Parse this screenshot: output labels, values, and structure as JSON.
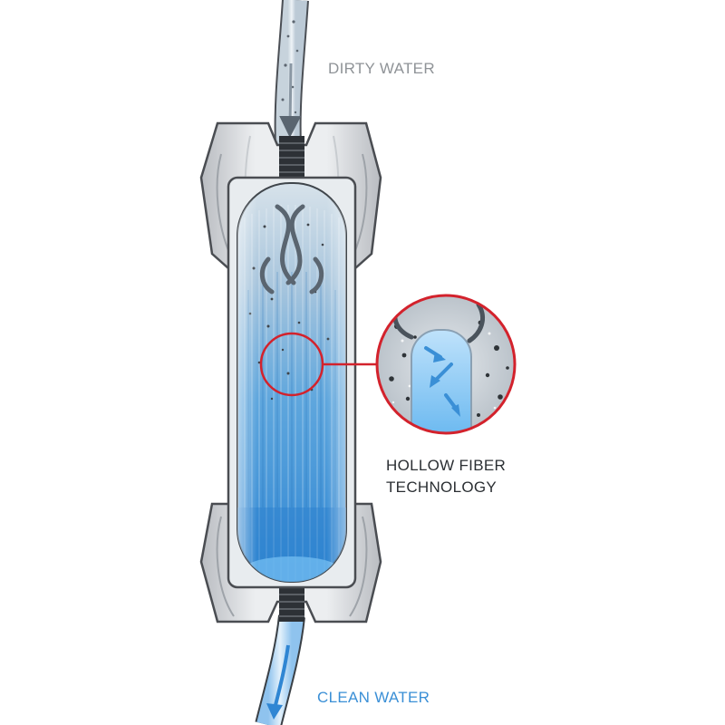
{
  "labels": {
    "inlet": "DIRTY WATER",
    "outlet": "CLEAN WATER",
    "callout_line1": "HOLLOW FIBER",
    "callout_line2": "TECHNOLOGY"
  },
  "colors": {
    "water_blue": "#3d95dc",
    "clean_text": "#3a8fd6",
    "dirty_text": "#8f9397",
    "callout_ring": "#d3222c",
    "housing_gray": "#d9dbde",
    "housing_outline": "#4a4d52",
    "particle": "#4a4f55"
  },
  "icons": [
    "down-arrow-icon",
    "swirl-arrow-icon",
    "flow-arrow-icon"
  ]
}
